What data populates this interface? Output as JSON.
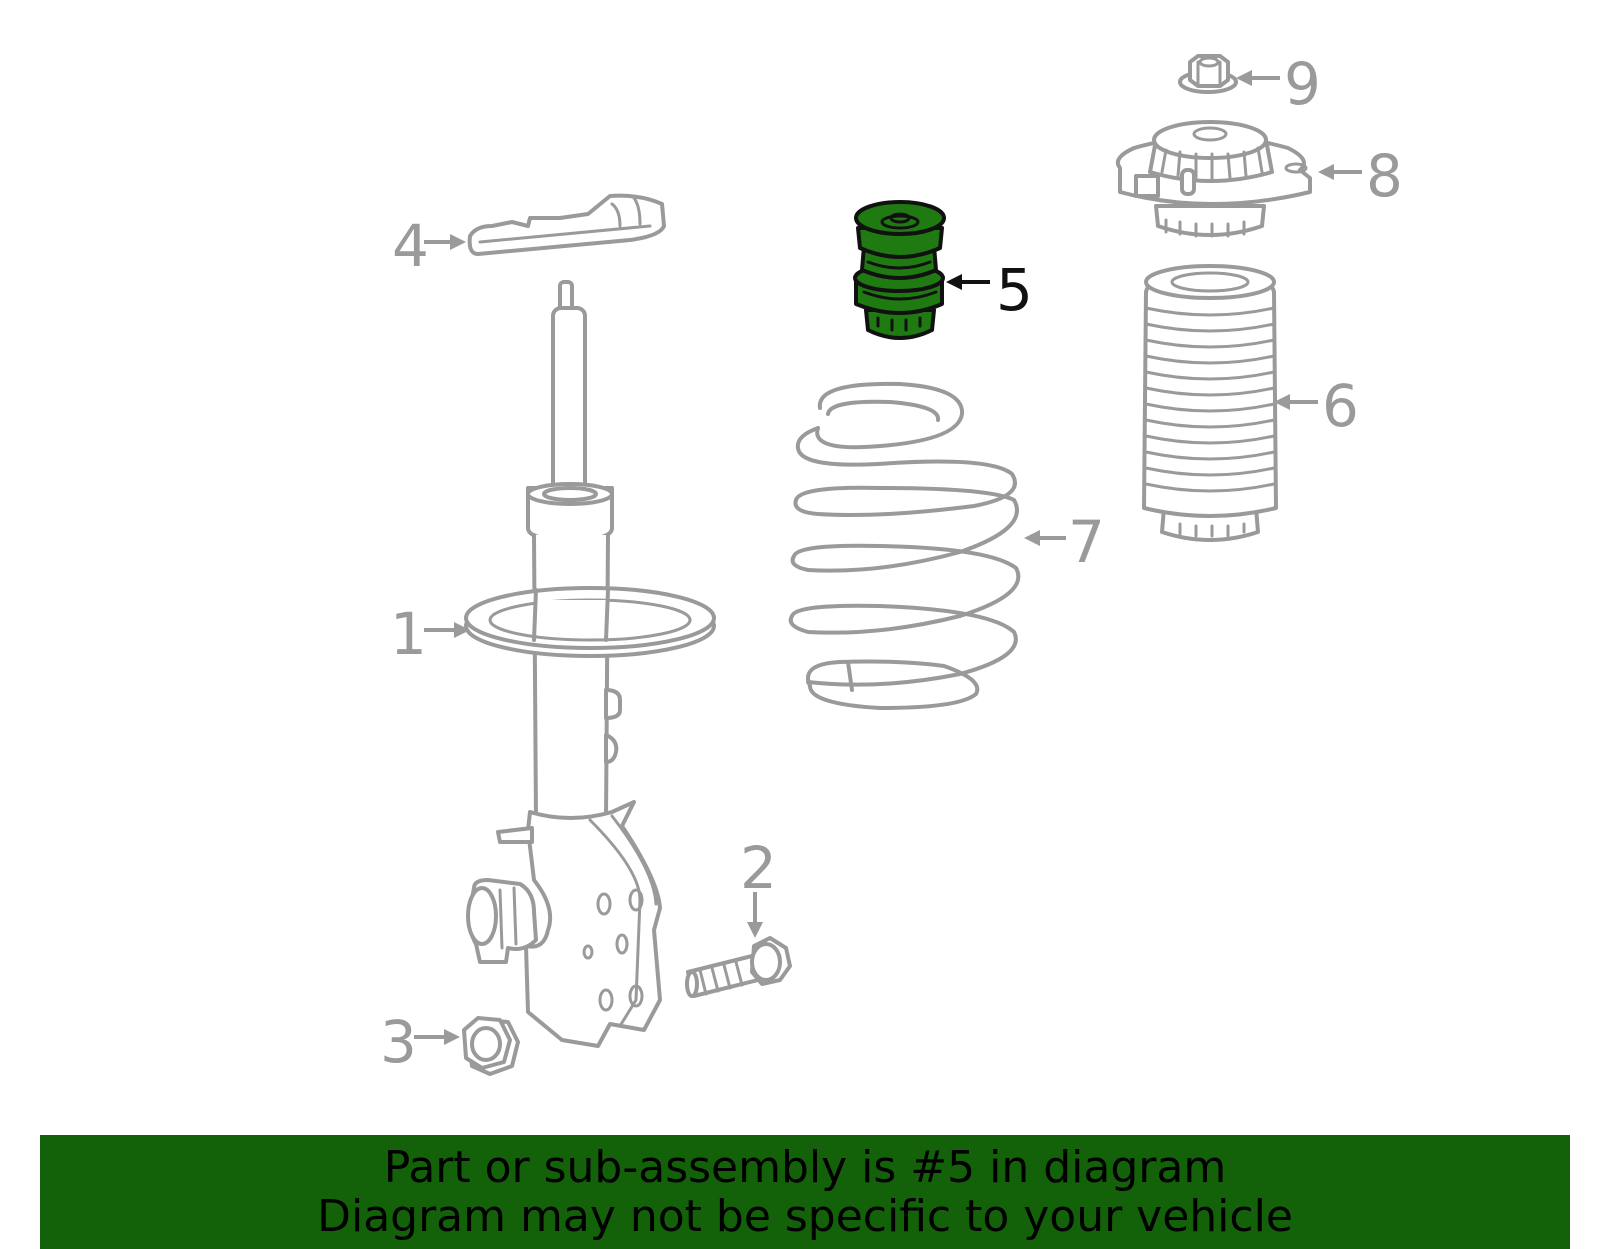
{
  "diagram": {
    "callouts": [
      "1",
      "2",
      "3",
      "4",
      "5",
      "6",
      "7",
      "8",
      "9"
    ],
    "highlighted_callout": "5",
    "highlight_color": "#1f7a12",
    "part_outline_color": "#9a9a9a"
  },
  "banner": {
    "line1": "Part or sub-assembly is #5 in diagram",
    "line2": "Diagram may not be specific to your vehicle",
    "background": "#136108"
  }
}
